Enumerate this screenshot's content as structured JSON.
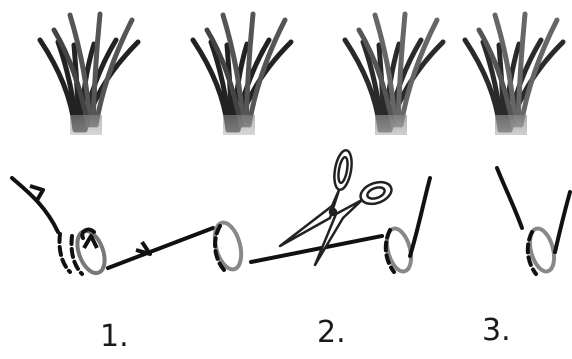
{
  "steps": [
    {
      "label": "1."
    },
    {
      "label": "2."
    },
    {
      "label": "3."
    }
  ],
  "icons": {
    "scissors": "scissors-icon",
    "arrow": "direction-arrow-icon"
  }
}
